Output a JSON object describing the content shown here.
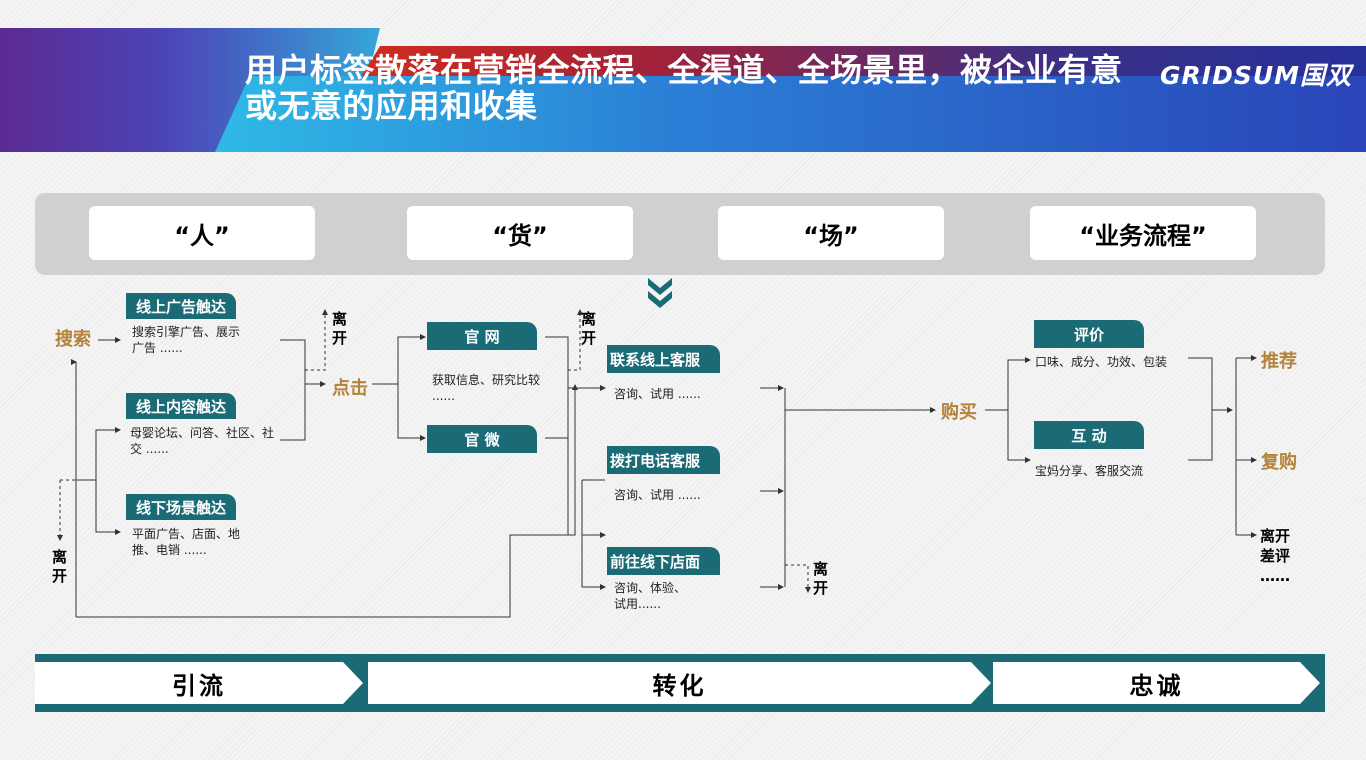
{
  "header": {
    "title": "用户标签散落在营销全流程、全渠道、全场景里，被企业有意或无意的应用和收集",
    "logo": "GRIDSUM国双"
  },
  "categories": [
    "“人”",
    "“货”",
    "“场”",
    "“业务流程”"
  ],
  "stages": [
    "引流",
    "转化",
    "忠诚"
  ],
  "nodes": {
    "search": "搜索",
    "click": "点击",
    "buy": "购买",
    "recommend": "推荐",
    "repurchase": "复购",
    "leave": "离开",
    "bad_review": "差评",
    "ellipsis": "……"
  },
  "channels": {
    "online_ad": {
      "label": "线上广告触达",
      "desc": "搜索引擎广告、展示广告 ......"
    },
    "online_content": {
      "label": "线上内容触达",
      "desc": "母婴论坛、问答、社区、社交 ......"
    },
    "offline_scene": {
      "label": "线下场景触达",
      "desc": "平面广告、店面、地推、电销 ......"
    }
  },
  "sites": {
    "official_site": "官 网",
    "official_weibo": "官 微",
    "site_desc": "获取信息、研究比较 ......"
  },
  "service": {
    "online_cs": {
      "label": "联系线上客服",
      "desc": "咨询、试用 ......"
    },
    "phone_cs": {
      "label": "拨打电话客服",
      "desc": "咨询、试用 ......"
    },
    "offline_store": {
      "label": "前往线下店面",
      "desc": "咨询、体验、试用......"
    }
  },
  "loyalty": {
    "review": {
      "label": "评价",
      "desc": "口味、成分、功效、包装"
    },
    "interact": {
      "label": "互 动",
      "desc": "宝妈分享、客服交流"
    }
  },
  "colors": {
    "teal": "#1a6b76",
    "orange": "#b4823a",
    "banner_blue": "#2b7fd6",
    "banner_red": "#d12b1e"
  }
}
